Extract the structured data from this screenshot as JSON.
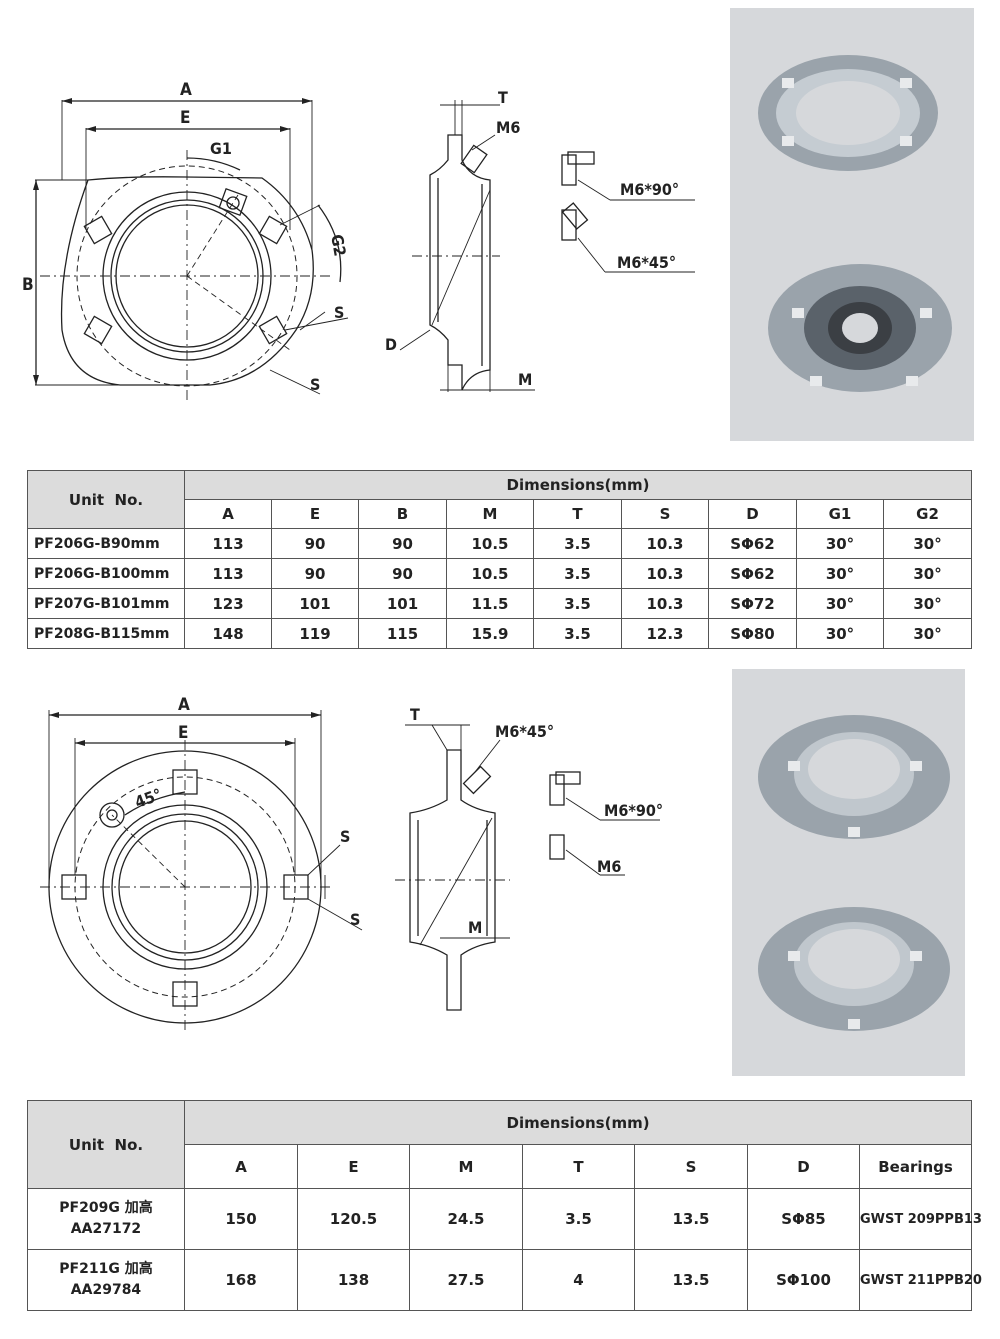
{
  "drawing1": {
    "labels": {
      "A": "A",
      "E": "E",
      "B": "B",
      "G1": "G1",
      "G2": "G2",
      "S1": "S",
      "S2": "S",
      "T": "T",
      "M6": "M6",
      "D": "D",
      "M": "M",
      "M6_90": "M6*90°",
      "M6_45": "M6*45°"
    }
  },
  "drawing2": {
    "labels": {
      "A": "A",
      "E": "E",
      "angle": "45°",
      "S1": "S",
      "S2": "S",
      "T": "T",
      "M6_45": "M6*45°",
      "M6_90": "M6*90°",
      "M6": "M6",
      "M": "M"
    }
  },
  "table1": {
    "unit_header": "Unit  No.",
    "group_header": "Dimensions(mm)",
    "columns": [
      "A",
      "E",
      "B",
      "M",
      "T",
      "S",
      "D",
      "G1",
      "G2"
    ],
    "rows": [
      {
        "unit": "PF206G-B90mm",
        "cells": [
          "113",
          "90",
          "90",
          "10.5",
          "3.5",
          "10.3",
          "SΦ62",
          "30°",
          "30°"
        ]
      },
      {
        "unit": "PF206G-B100mm",
        "cells": [
          "113",
          "90",
          "90",
          "10.5",
          "3.5",
          "10.3",
          "SΦ62",
          "30°",
          "30°"
        ]
      },
      {
        "unit": "PF207G-B101mm",
        "cells": [
          "123",
          "101",
          "101",
          "11.5",
          "3.5",
          "10.3",
          "SΦ72",
          "30°",
          "30°"
        ]
      },
      {
        "unit": "PF208G-B115mm",
        "cells": [
          "148",
          "119",
          "115",
          "15.9",
          "3.5",
          "12.3",
          "SΦ80",
          "30°",
          "30°"
        ]
      }
    ]
  },
  "table2": {
    "unit_header": "Unit  No.",
    "group_header": "Dimensions(mm)",
    "columns": [
      "A",
      "E",
      "M",
      "T",
      "S",
      "D",
      "Bearings"
    ],
    "rows": [
      {
        "unit_line1": "PF209G 加高",
        "unit_line2": "AA27172",
        "cells": [
          "150",
          "120.5",
          "24.5",
          "3.5",
          "13.5",
          "SΦ85",
          "GWST 209PPB13"
        ]
      },
      {
        "unit_line1": "PF211G 加高",
        "unit_line2": "AA29784",
        "cells": [
          "168",
          "138",
          "27.5",
          "4",
          "13.5",
          "SΦ100",
          "GWST 211PPB20"
        ]
      }
    ]
  }
}
